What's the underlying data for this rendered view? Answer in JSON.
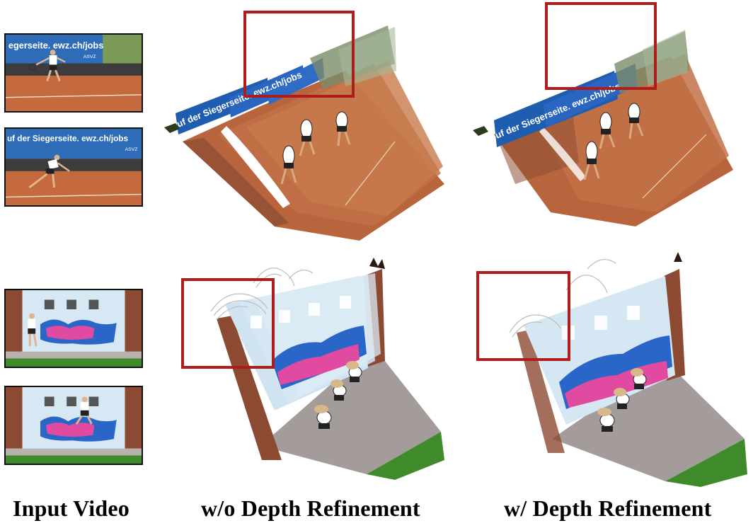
{
  "captions": {
    "input": "Input Video",
    "without": "w/o Depth Refinement",
    "with": "w/ Depth Refinement"
  },
  "tennis_banner": {
    "frame1": "egerseite. ewz.ch/jobs",
    "frame1_tag": "ASVZ",
    "frame2": "uf der Siegerseite. ewz.ch/jobs",
    "frame2_tag": "ASVZ",
    "recon_banner_left": "uf der Siegerseite. ewz.ch/jobs",
    "recon_banner_right": "uf der Siegerseite. ewz.ch/jobs"
  },
  "colors": {
    "highlight": "#b01c1c",
    "clay": "#b8643c",
    "banner": "#1f5db0",
    "wall": "#cfe3f0",
    "grass": "#3c7a2a"
  }
}
